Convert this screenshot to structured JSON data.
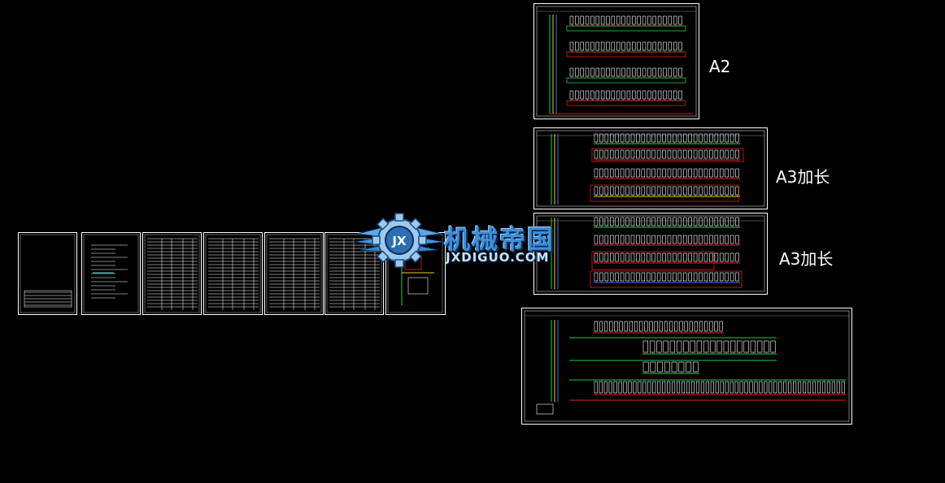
{
  "canvas": {
    "background": "#000000",
    "line_color": "#ffffff"
  },
  "labels": {
    "a2": "A2",
    "a3_long_1": "A3加长",
    "a3_long_2": "A3加长"
  },
  "watermark": {
    "name_cn": "机械帝国",
    "domain": "JXDIGUO.COM",
    "badge": "JX",
    "icon": "gear-wings-logo",
    "color": "#3d8fd6"
  },
  "palette": {
    "wire_red": "#e02020",
    "wire_green": "#22cc44",
    "wire_yellow": "#e6d21e",
    "wire_blue": "#3b6fff",
    "wire_cyan": "#30d0d0",
    "text": "#ffffff"
  }
}
